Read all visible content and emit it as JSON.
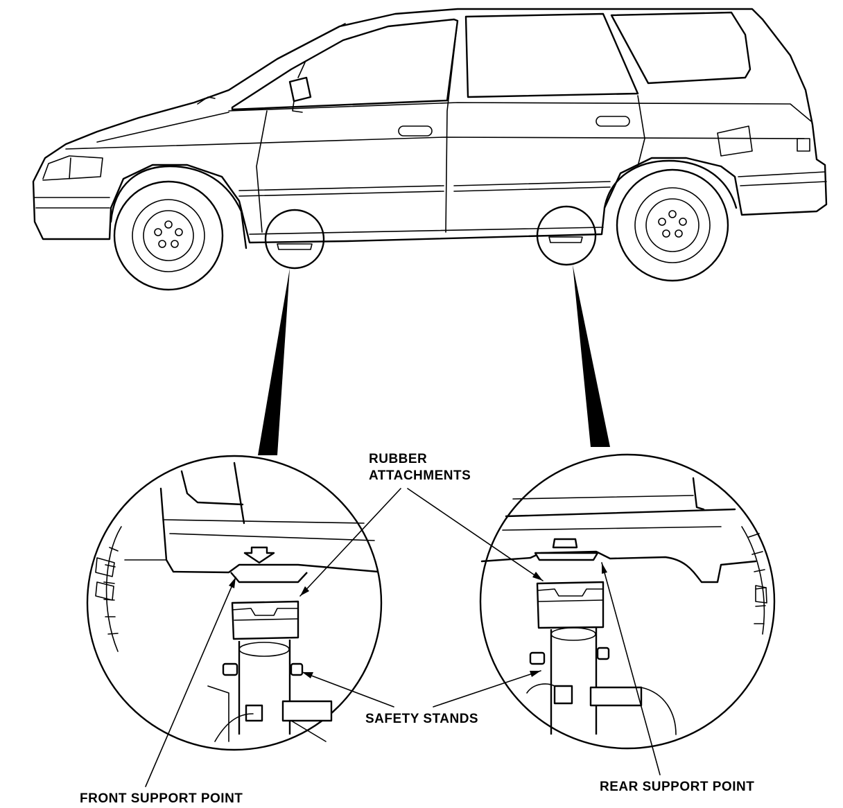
{
  "labels": {
    "rubber_attachments_line1": "RUBBER",
    "rubber_attachments_line2": "ATTACHMENTS",
    "safety_stands": "SAFETY STANDS",
    "front_support_point": "FRONT SUPPORT POINT",
    "rear_support_point": "REAR SUPPORT POINT"
  }
}
